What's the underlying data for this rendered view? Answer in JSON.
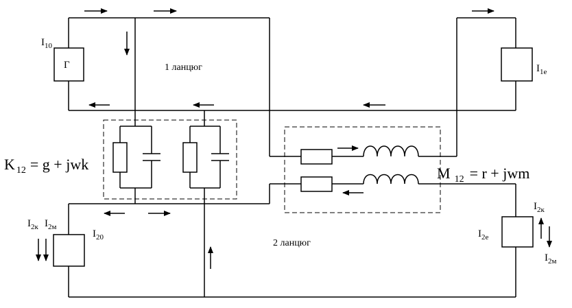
{
  "labels": {
    "generator": "Г",
    "i10_main": "I",
    "i10_sub": "10",
    "i1e_main": "I",
    "i1e_sub": "1e",
    "i20_main": "I",
    "i20_sub": "20",
    "i2e_main": "I",
    "i2e_sub": "2e",
    "i2k_left_main": "I",
    "i2k_left_sub": "2к",
    "i2m_left_main": "I",
    "i2m_left_sub": "2м",
    "i2k_right_main": "I",
    "i2k_right_sub": "2к",
    "i2m_right_main": "I",
    "i2m_right_sub": "2м",
    "circuit1": "1 ланцюг",
    "circuit2": "2 ланцюг",
    "k12_main": "K",
    "k12_sub": "12",
    "k12_rest": "= g + jwk",
    "m12_main": "M",
    "m12_sub": "12",
    "m12_rest": "= r +  jwm"
  },
  "colors": {
    "stroke": "#000000",
    "background": "#ffffff"
  }
}
